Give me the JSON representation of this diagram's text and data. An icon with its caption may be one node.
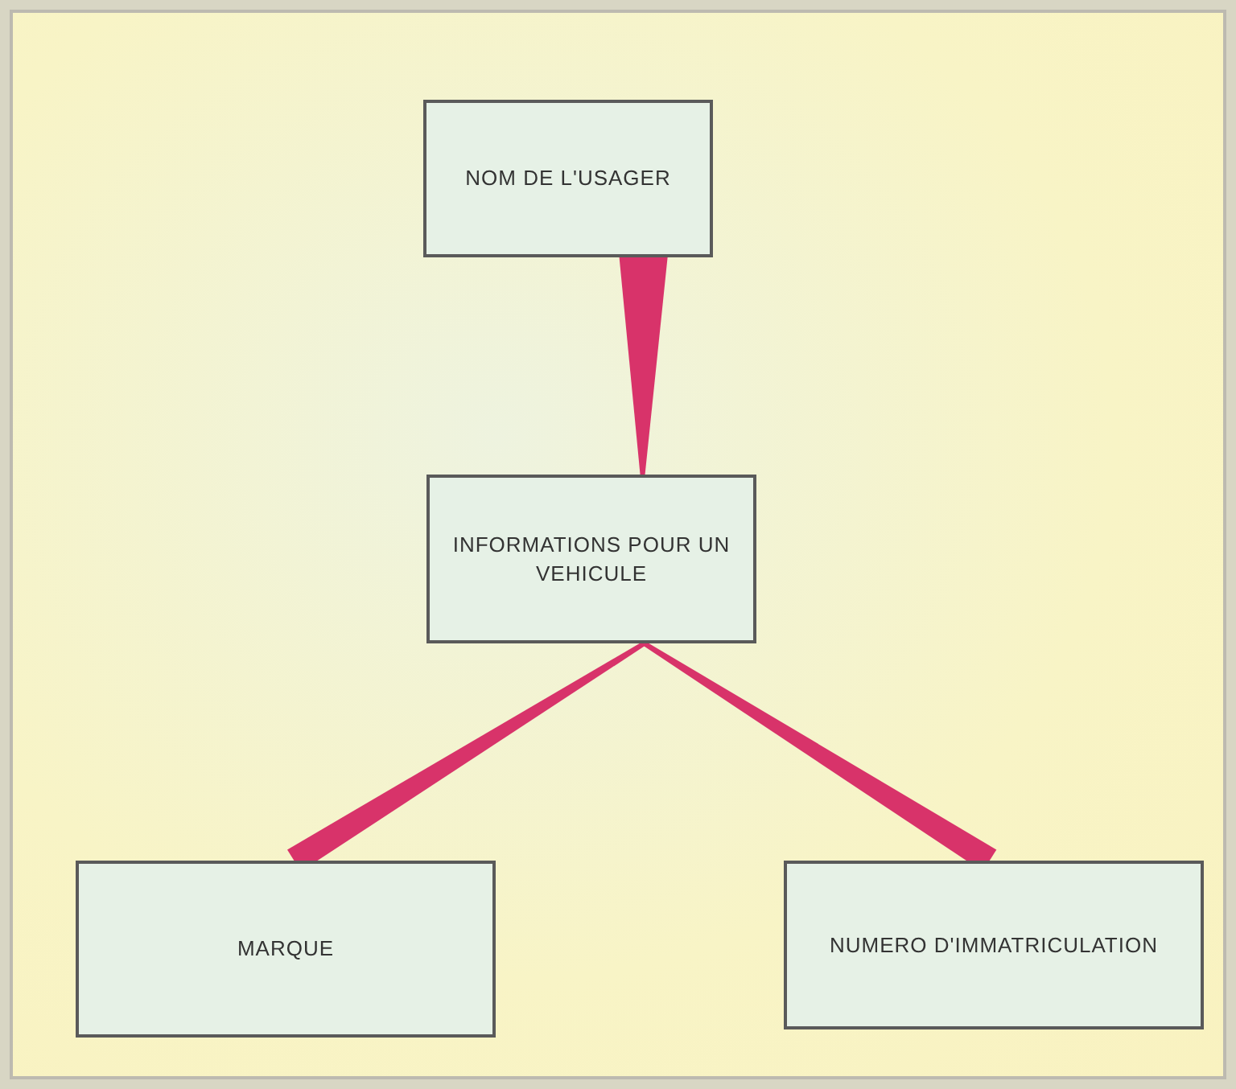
{
  "diagram": {
    "nodes": [
      {
        "text": [
          "NOM DE L'USAGER"
        ]
      },
      {
        "text": [
          "INFORMATIONS POUR UN VEHICULE"
        ]
      },
      {
        "text": [
          "MARQUE"
        ]
      },
      {
        "text": [
          "NUMERO D'IMMATRICULATION"
        ]
      }
    ],
    "edges": [
      {
        "from": 0,
        "to": 1,
        "arrow": "none",
        "style": "thick"
      },
      {
        "from": 1,
        "to": 2,
        "arrow": "none",
        "style": "thick"
      },
      {
        "from": 1,
        "to": 3,
        "arrow": "none",
        "style": "thick"
      }
    ]
  }
}
